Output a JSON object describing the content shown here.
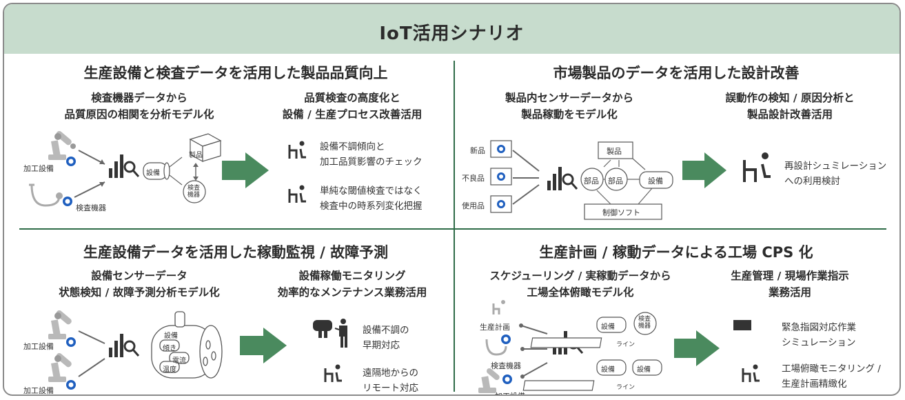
{
  "title": "IoT活用シナリオ",
  "colors": {
    "header_bg": "#c7dccd",
    "accent": "#4a8a5e",
    "divider": "#2e6b47",
    "chip_blue": "#1f5fbf"
  },
  "q1": {
    "title": "生産設備と検査データを活用した製品品質向上",
    "left_sub": "検査機器データから\n品質原因の相関を分析モデル化",
    "right_sub": "品質検査の高度化と\n設備 / 生産プロセス改善活用",
    "labels": {
      "machine": "加工設備",
      "inspector": "検査機器",
      "equipment": "設備",
      "product": "製品",
      "inspection_device": "検査\n機器"
    },
    "items": [
      "設備不調傾向と\n加工品質影響のチェック",
      "単純な閾値検査ではなく\n検査中の時系列変化把握"
    ]
  },
  "q2": {
    "title": "市場製品のデータを活用した設計改善",
    "left_sub": "製品内センサーデータから\n製品稼動をモデル化",
    "right_sub": "誤動作の検知 / 原因分析と\n製品設計改善活用",
    "labels": {
      "new": "新品",
      "defective": "不良品",
      "used": "使用品",
      "product": "製品",
      "part1": "部品",
      "part2": "部品",
      "equipment": "設備",
      "control_soft": "制御ソフト"
    },
    "items": [
      "再設計シュミレーション\nへの利用検討"
    ]
  },
  "q3": {
    "title": "生産設備データを活用した稼動監視 / 故障予測",
    "left_sub": "設備センサーデータ\n状態検知 / 故障予測分析モデル化",
    "right_sub": "設備稼働モニタリング\n効率的なメンテナンス業務活用",
    "labels": {
      "machine1": "加工設備",
      "machine2": "加工設備",
      "equipment": "設備",
      "tilt": "傾き",
      "current": "電流",
      "temperature": "温度"
    },
    "items": [
      "設備不調の\n早期対応",
      "遠隔地からの\nリモート対応"
    ]
  },
  "q4": {
    "title": "生産計画 / 稼動データによる工場 CPS 化",
    "left_sub": "スケジューリング / 実稼動データから\n工場全体俯瞰モデル化",
    "right_sub": "生産管理 / 現場作業指示\n業務活用",
    "labels": {
      "plan": "生産計画",
      "inspector": "検査機器",
      "machine": "加工設備",
      "equipment1": "設備",
      "inspection_device": "検査\n機器",
      "line1": "ライン",
      "equipment2": "設備",
      "equipment3": "設備",
      "line2": "ライン"
    },
    "items": [
      "緊急指図対応作業\nシミュレーション",
      "工場俯瞰モニタリング /\n生産計画精緻化"
    ]
  }
}
